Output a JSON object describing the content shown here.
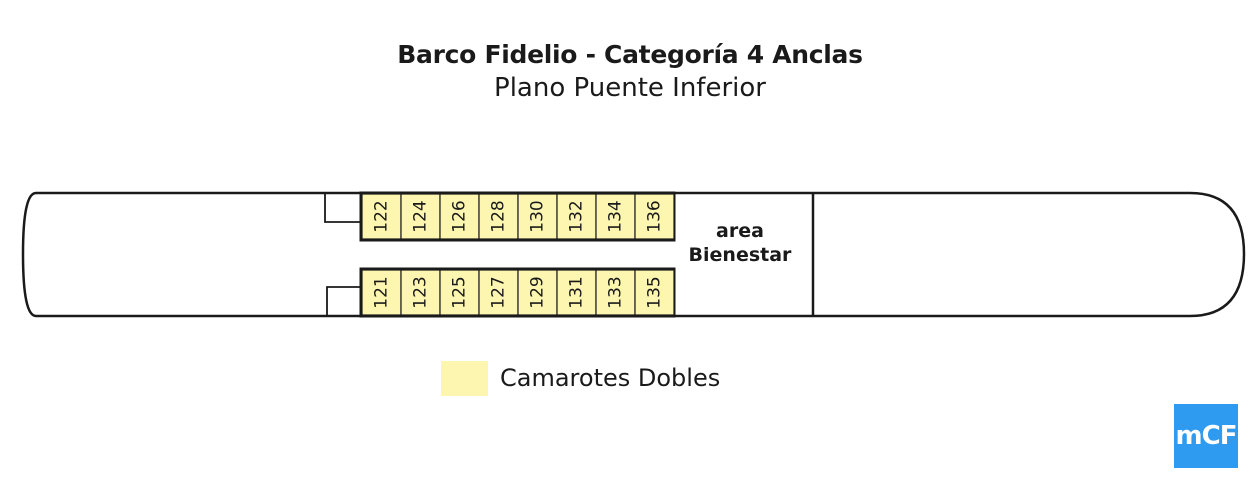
{
  "header": {
    "title": "Barco Fidelio - Categoría 4 Anclas",
    "subtitle": "Plano Puente Inferior"
  },
  "deck": {
    "top_row": [
      "122",
      "124",
      "126",
      "128",
      "130",
      "132",
      "134",
      "136"
    ],
    "bottom_row": [
      "121",
      "123",
      "125",
      "127",
      "129",
      "131",
      "133",
      "135"
    ],
    "area_label_line1": "area",
    "area_label_line2": "Bienestar"
  },
  "legend": {
    "label": "Camarotes Dobles",
    "color": "#fdf6b1"
  },
  "logo": {
    "text": "mCF",
    "color": "#2e9bf0"
  }
}
